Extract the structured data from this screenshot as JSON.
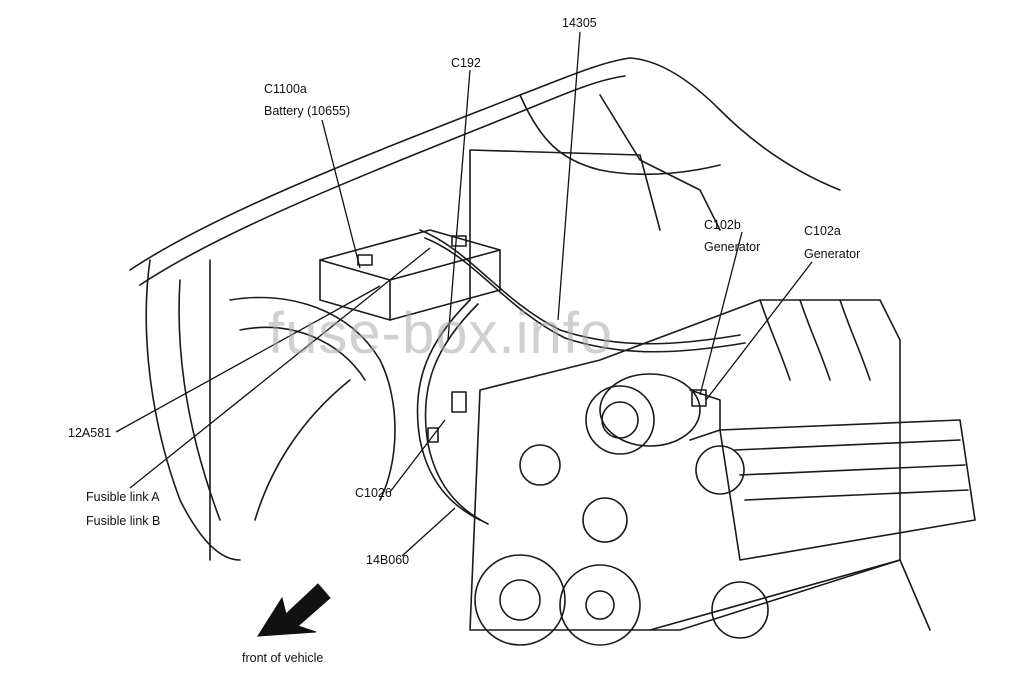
{
  "labels": {
    "l14305": "14305",
    "c192": "C192",
    "c1100a": "C1100a",
    "battery": "Battery (10655)",
    "c102b": "C102b",
    "c102b_gen": "Generator",
    "c102a": "C102a",
    "c102a_gen": "Generator",
    "l12a581": "12A581",
    "fusible_a": "Fusible link A",
    "fusible_b": "Fusible link B",
    "c1026": "C1026",
    "l14b060": "14B060",
    "front": "front of vehicle"
  },
  "watermark": "fuse-box.info",
  "colors": {
    "line": "#1a1a1a",
    "background": "#ffffff",
    "watermark": "#aaaaaa"
  }
}
